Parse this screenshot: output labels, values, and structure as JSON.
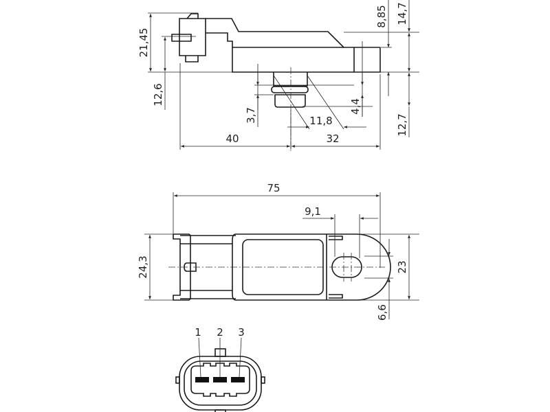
{
  "side_view": {
    "dims": {
      "overall_height": "21,45",
      "pin_height": "12,6",
      "port_depth": "3,7",
      "port_diameter": "11,8",
      "nozzle": "4,4",
      "top_step": "8,85",
      "total_top": "14,7",
      "bottom_extent": "12,7",
      "length_to_port": "40",
      "port_to_end": "32"
    }
  },
  "top_view": {
    "dims": {
      "length": "75",
      "hole_offset": "9,1",
      "width": "24,3",
      "flange_width": "23",
      "hole_diameter": "6,6"
    }
  },
  "connector_view": {
    "pins": [
      "1",
      "2",
      "3"
    ]
  },
  "colors": {
    "line": "#1a1a1a",
    "background": "#ffffff"
  }
}
